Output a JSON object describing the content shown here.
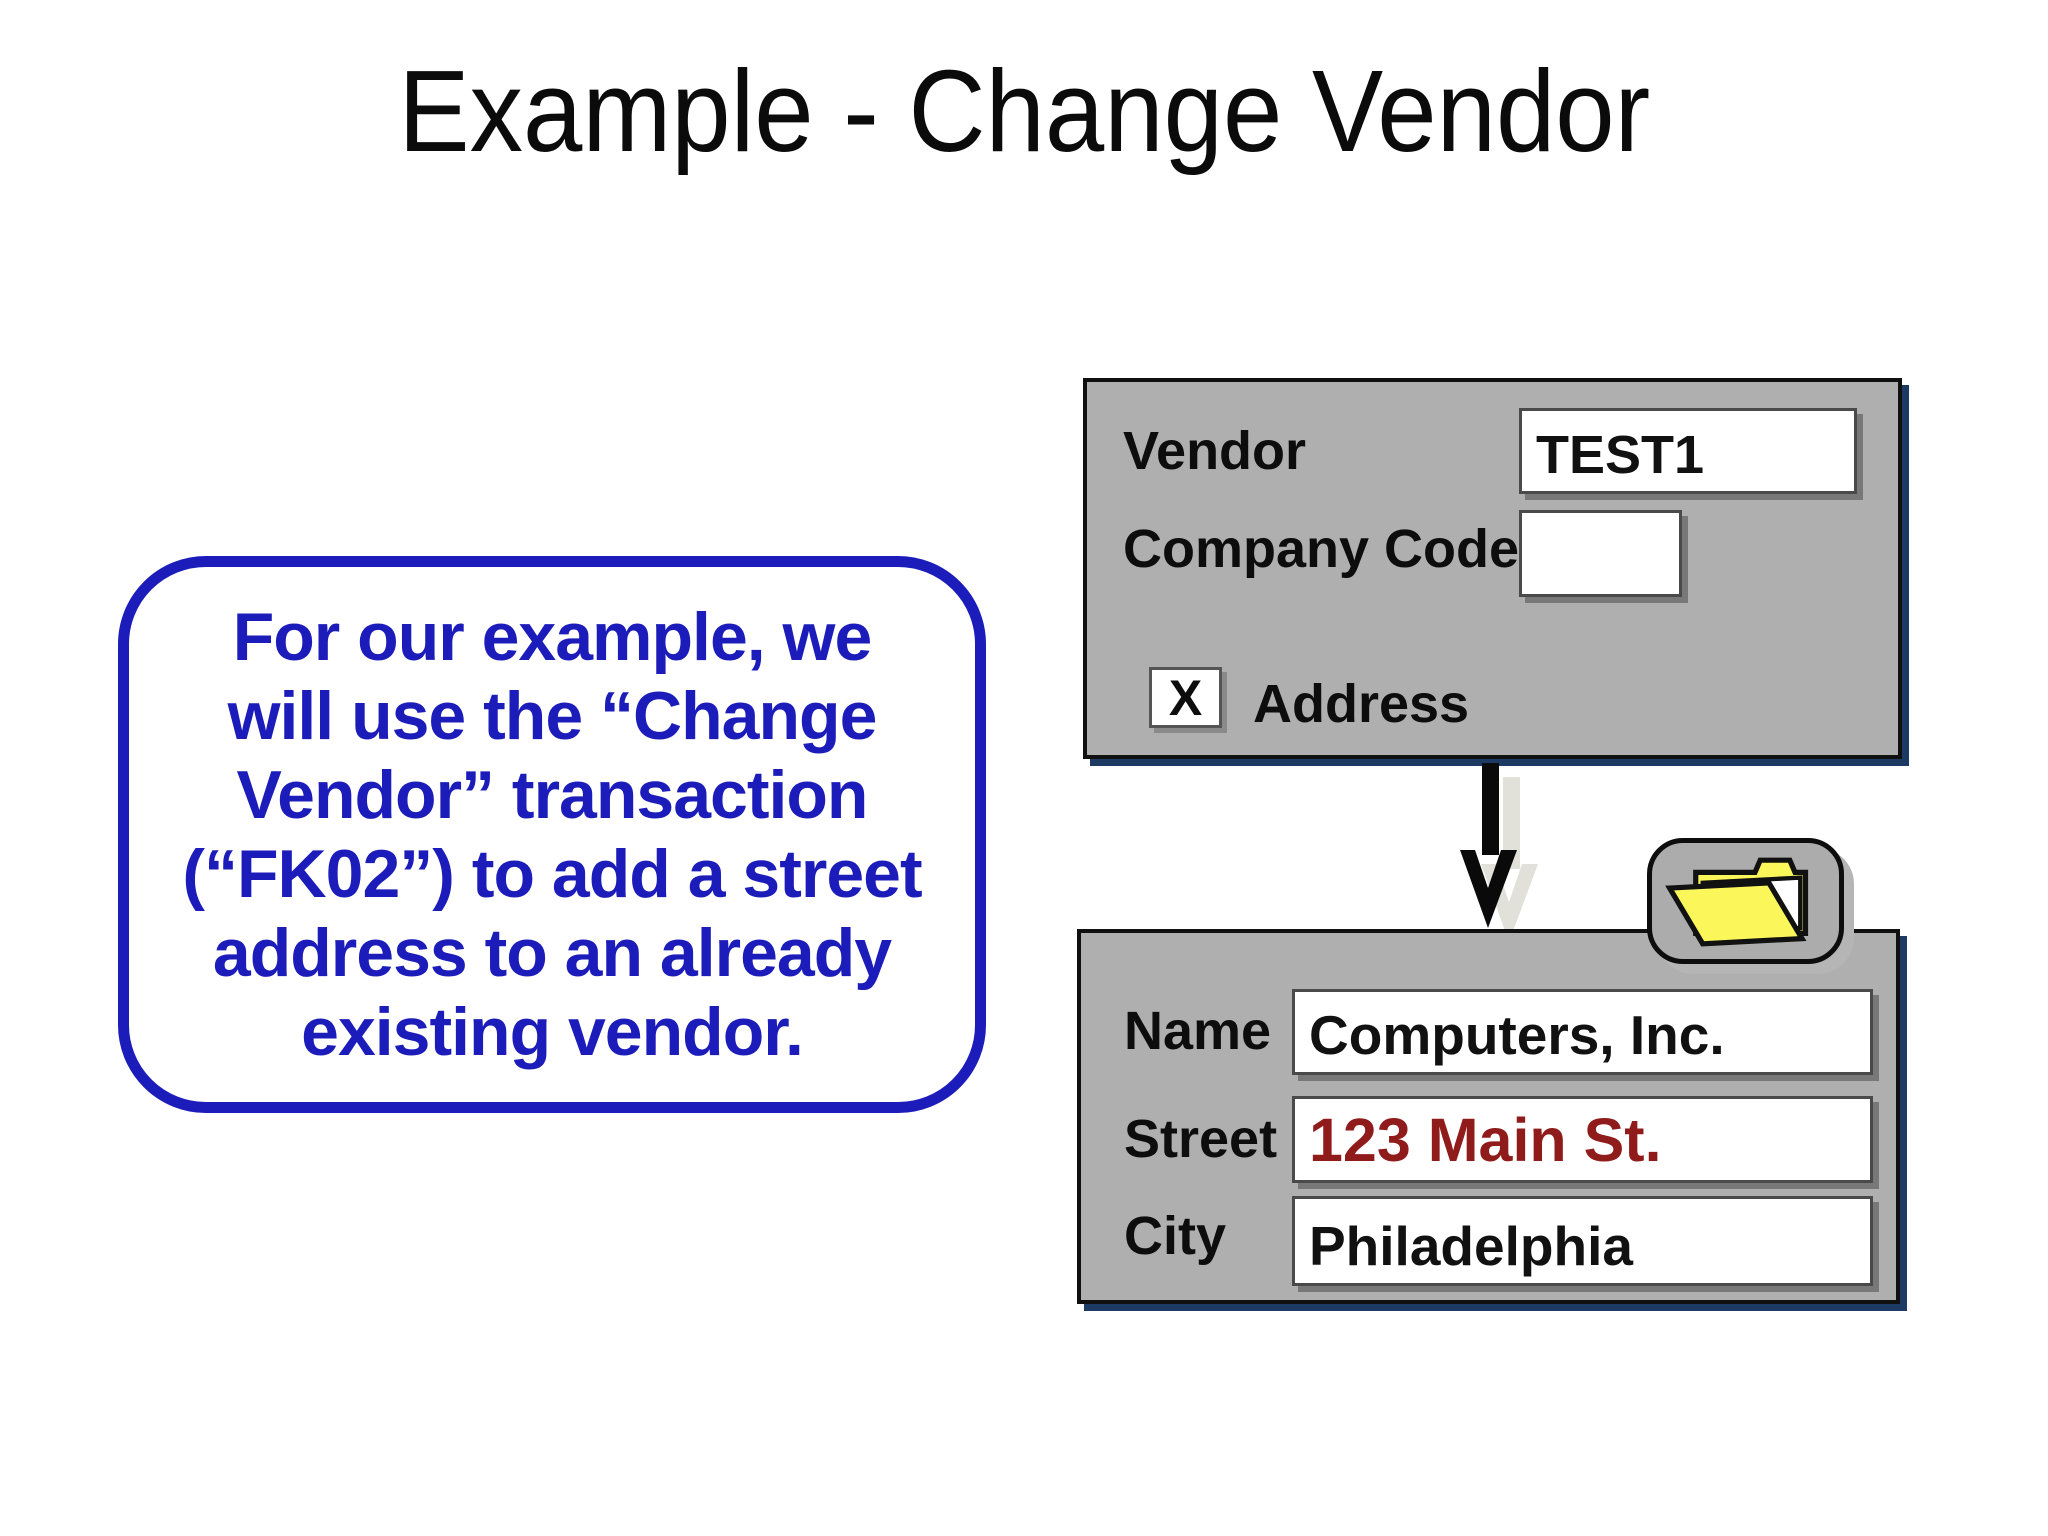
{
  "title": "Example - Change Vendor",
  "callout": {
    "lines": [
      "For our example, we",
      "will use the “Change",
      "Vendor” transaction",
      "(“FK02”) to add a street",
      "address to an already",
      "existing vendor."
    ]
  },
  "vendor_form": {
    "vendor_label": "Vendor",
    "vendor_value": "TEST1",
    "company_code_label": "Company Code",
    "company_code_value": "",
    "address_checkbox_mark": "X",
    "address_label": "Address"
  },
  "address_form": {
    "name_label": "Name",
    "name_value": "Computers, Inc.",
    "street_label": "Street",
    "street_value": "123 Main St.",
    "city_label": "City",
    "city_value": "Philadelphia"
  },
  "colors": {
    "callout_blue": "#1C1CBB",
    "street_red": "#8F1B1B",
    "panel_gray": "#AFAFAF",
    "panel_shadow_navy": "#1C3A63",
    "folder_yellow": "#FBF75A",
    "arrow_black": "#0a0a0a",
    "arrow_shadow_gray": "#E1E1D9"
  }
}
